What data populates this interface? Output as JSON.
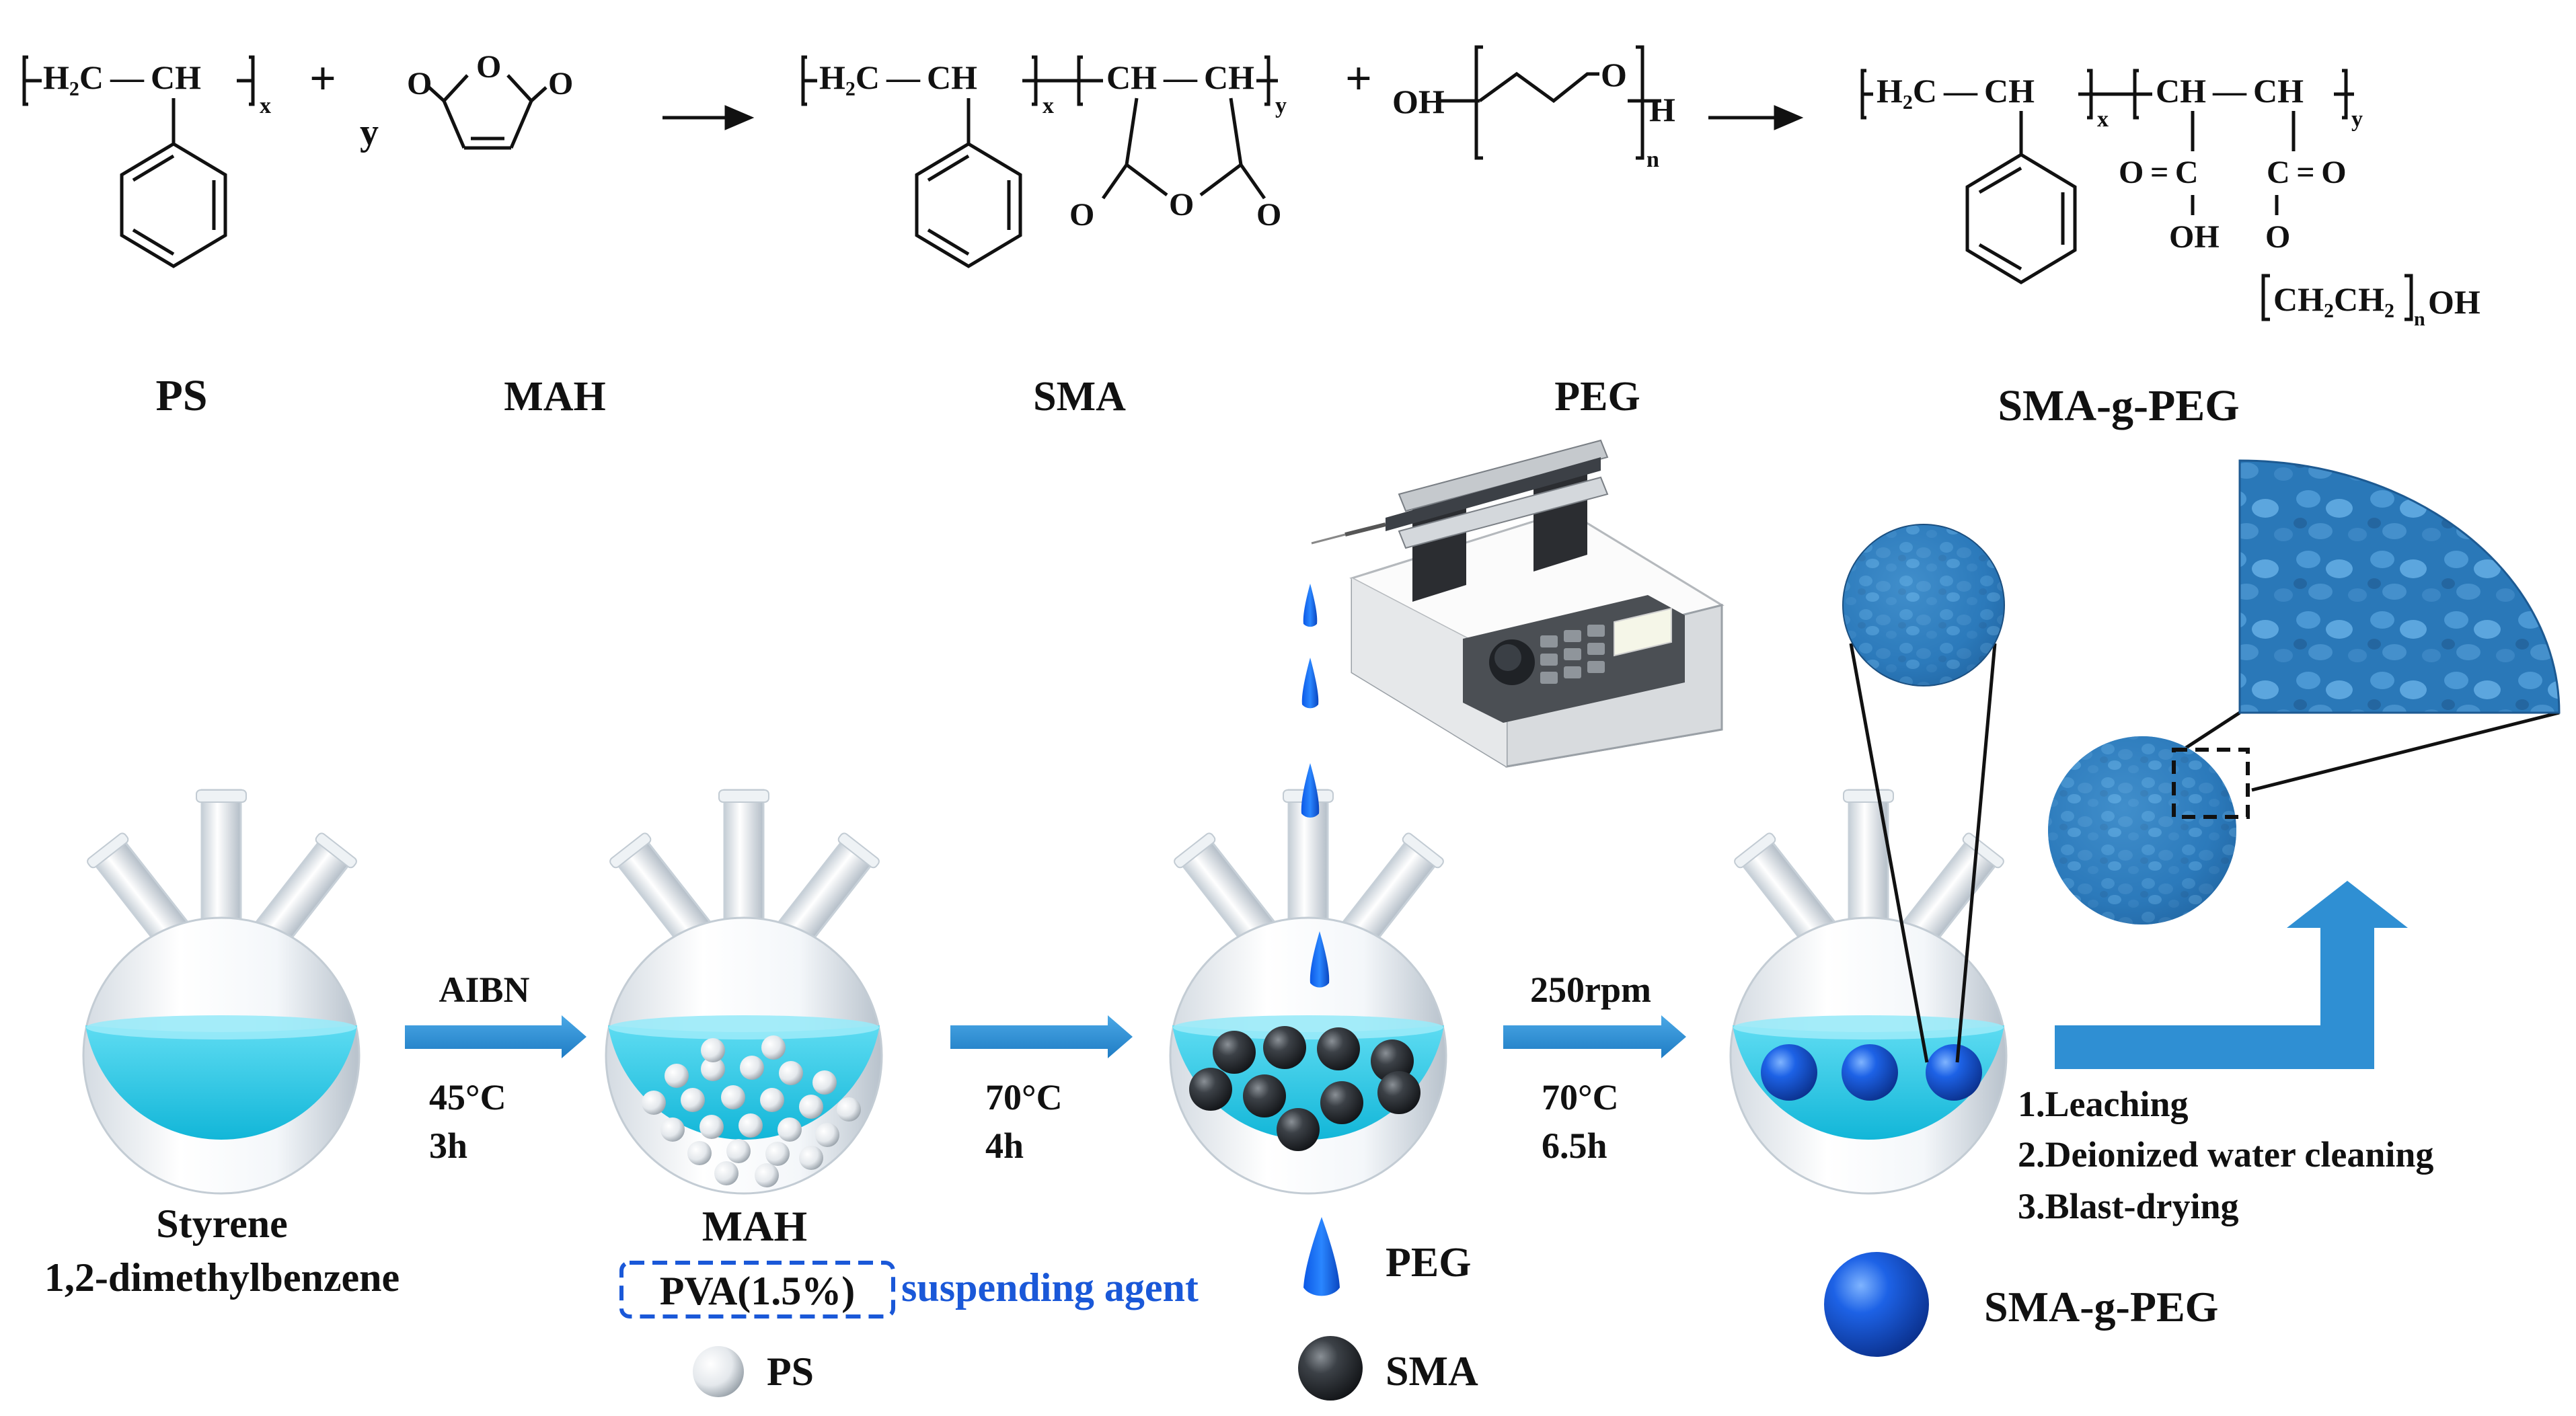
{
  "reaction": {
    "ps_main": "H₂C — CH",
    "coef_y": "y",
    "sub_x": "x",
    "sub_y": "y",
    "sub_n": "n",
    "maleic_o": "O",
    "sma_left": "H₂C — CH",
    "sma_right": "CH — CH",
    "peg_oh": "OH",
    "peg_o": "O",
    "peg_h": "H",
    "prod_left": "H₂C — CH",
    "prod_right": "CH — CH",
    "o_eq_c": "O = C",
    "c_eq_o": "C = O",
    "oh": "OH",
    "ether_o": "O",
    "chain": "CH₂CH₂",
    "chain_oh": "OH",
    "plus": "+",
    "labels": [
      "PS",
      "MAH",
      "SMA",
      "PEG",
      "SMA-g-PEG"
    ]
  },
  "process": {
    "arrow1_top": "AIBN",
    "arrow1_bottom": [
      "45°C",
      "3h"
    ],
    "arrow2_bottom": [
      "70°C",
      "4h"
    ],
    "arrow3_top": "250rpm",
    "arrow3_bottom": [
      "70°C",
      "6.5h"
    ],
    "flask1_caption": [
      "Styrene",
      "1,2-dimethylbenzene"
    ],
    "flask2_caption": "MAH",
    "pva_box": "PVA(1.5%)",
    "suspending_agent": "suspending agent",
    "steps": [
      "1.Leaching",
      "2.Deionized water cleaning",
      "3.Blast-drying"
    ]
  },
  "legend": {
    "ps": "PS",
    "peg": "PEG",
    "sma": "SMA",
    "sma_g_peg": "SMA-g-PEG"
  },
  "colors": {
    "liquid": "#16c6e6",
    "arrow_blue": "#2a8fd4",
    "particle_blue": "#1560e0",
    "suspending_text": "#1a58d8",
    "sphere_texture": "#2d82c0"
  }
}
